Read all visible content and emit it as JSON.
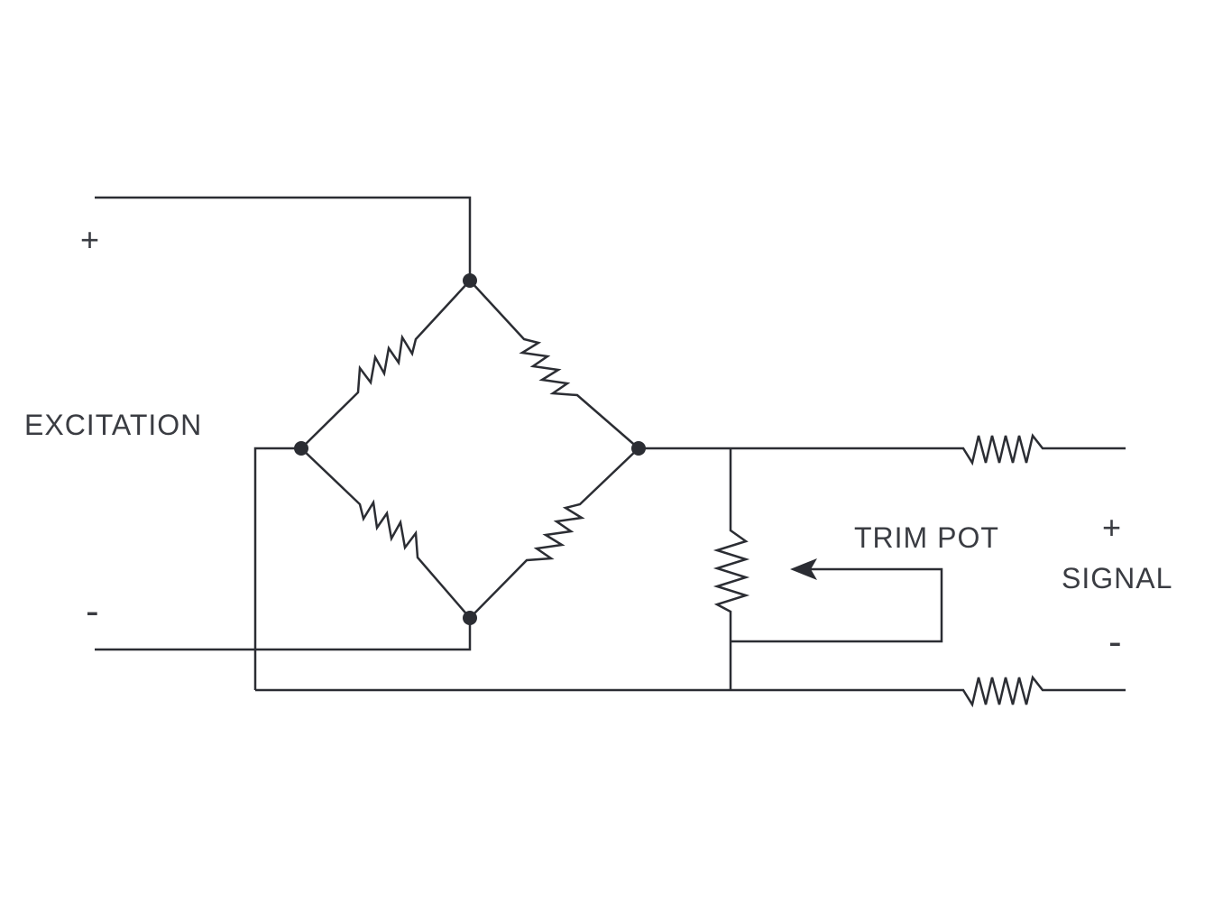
{
  "colors": {
    "line": "#2b2d33",
    "text": "#3a3c42",
    "background": "#ffffff"
  },
  "labels": {
    "excitation": "EXCITATION",
    "excitation_plus": "+",
    "excitation_minus": "-",
    "trim_pot": "TRIM POT",
    "signal": "SIGNAL",
    "signal_plus": "+",
    "signal_minus": "-"
  }
}
